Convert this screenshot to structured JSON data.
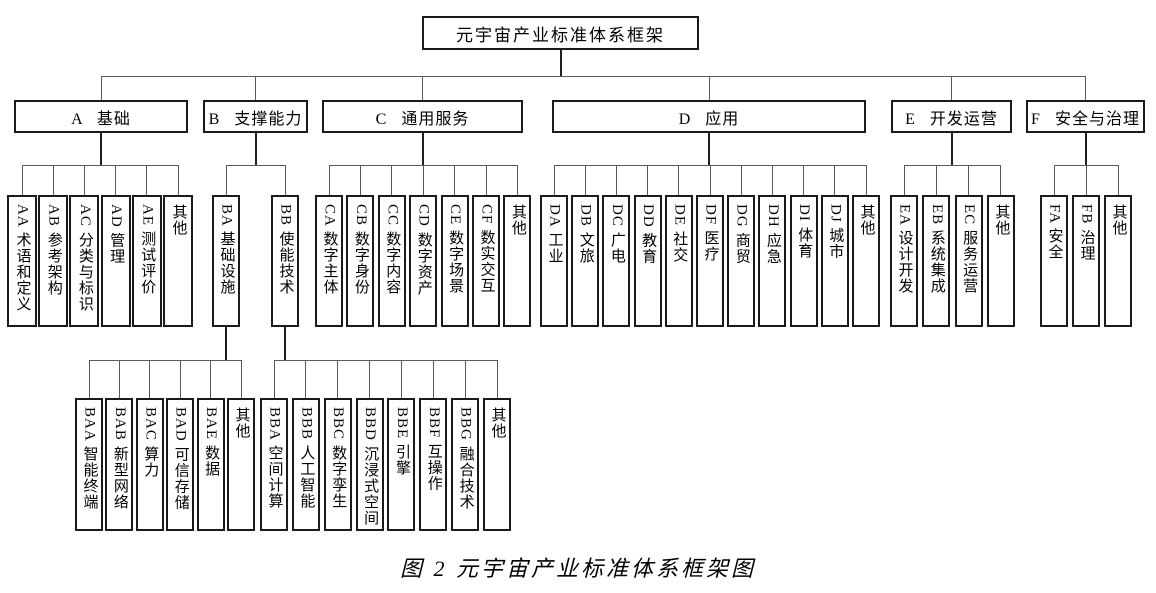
{
  "caption": "图 2 元宇宙产业标准体系框架图",
  "tree": {
    "label": "元宇宙产业标准体系框架",
    "children": [
      {
        "label": "A 基础",
        "children": [
          {
            "label": "AA 术语和定义"
          },
          {
            "label": "AB 参考架构"
          },
          {
            "label": "AC 分类与标识"
          },
          {
            "label": "AD 管理"
          },
          {
            "label": "AE 测试评价"
          },
          {
            "label": "其他"
          }
        ]
      },
      {
        "label": "B 支撑能力",
        "children": [
          {
            "label": "BA 基础设施",
            "children": [
              {
                "label": "BAA 智能终端"
              },
              {
                "label": "BAB 新型网络"
              },
              {
                "label": "BAC 算力"
              },
              {
                "label": "BAD 可信存储"
              },
              {
                "label": "BAE 数据"
              },
              {
                "label": "其他"
              }
            ]
          },
          {
            "label": "BB 使能技术",
            "children": [
              {
                "label": "BBA 空间计算"
              },
              {
                "label": "BBB 人工智能"
              },
              {
                "label": "BBC 数字孪生"
              },
              {
                "label": "BBD 沉浸式空间"
              },
              {
                "label": "BBE 引擎"
              },
              {
                "label": "BBF 互操作"
              },
              {
                "label": "BBG 融合技术"
              },
              {
                "label": "其他"
              }
            ]
          }
        ]
      },
      {
        "label": "C 通用服务",
        "children": [
          {
            "label": "CA 数字主体"
          },
          {
            "label": "CB 数字身份"
          },
          {
            "label": "CC 数字内容"
          },
          {
            "label": "CD 数字资产"
          },
          {
            "label": "CE 数字场景"
          },
          {
            "label": "CF 数实交互"
          },
          {
            "label": "其他"
          }
        ]
      },
      {
        "label": "D 应用",
        "children": [
          {
            "label": "DA 工业"
          },
          {
            "label": "DB 文旅"
          },
          {
            "label": "DC 广电"
          },
          {
            "label": "DD 教育"
          },
          {
            "label": "DE 社交"
          },
          {
            "label": "DF 医疗"
          },
          {
            "label": "DG 商贸"
          },
          {
            "label": "DH 应急"
          },
          {
            "label": "DI 体育"
          },
          {
            "label": "DJ 城市"
          },
          {
            "label": "其他"
          }
        ]
      },
      {
        "label": "E 开发运营",
        "children": [
          {
            "label": "EA 设计开发"
          },
          {
            "label": "EB 系统集成"
          },
          {
            "label": "EC 服务运营"
          },
          {
            "label": "其他"
          }
        ]
      },
      {
        "label": "F 安全与治理",
        "children": [
          {
            "label": "FA 安全"
          },
          {
            "label": "FB 治理"
          },
          {
            "label": "其他"
          }
        ]
      }
    ]
  }
}
